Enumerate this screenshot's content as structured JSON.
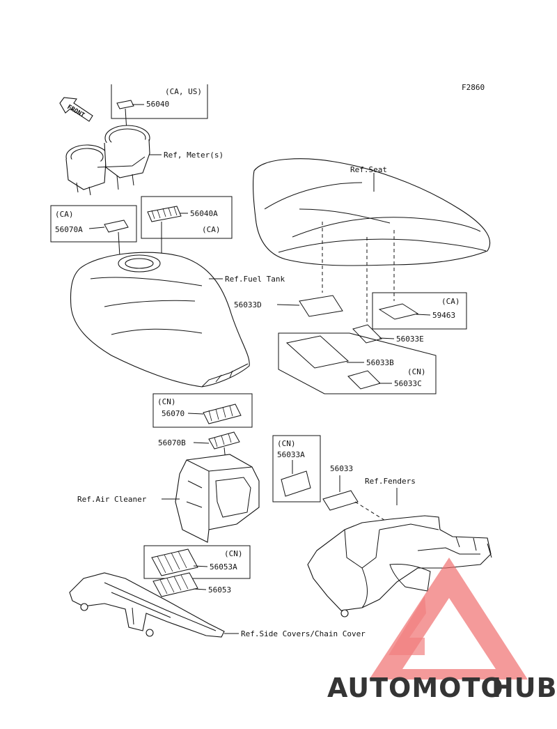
{
  "figure_code": "F2860",
  "front_arrow": {
    "label": "FRONT"
  },
  "labels": {
    "ca_us": "(CA, US)",
    "p56040": "56040",
    "ref_meters": "Ref, Meter(s)",
    "ca_56070a": "(CA)",
    "p56070A": "56070A",
    "p56040A": "56040A",
    "ca_56040a": "(CA)",
    "ref_fuel_tank": "Ref.Fuel Tank",
    "ref_seat": "Ref.Seat",
    "p56033D": "56033D",
    "ca_59463": "(CA)",
    "p59463": "59463",
    "p56033E": "56033E",
    "p56033B": "56033B",
    "cn_56033c": "(CN)",
    "p56033C": "56033C",
    "cn_56070": "(CN)",
    "p56070": "56070",
    "p56070B": "56070B",
    "ref_air_cleaner": "Ref.Air Cleaner",
    "cn_56033a": "(CN)",
    "p56033A": "56033A",
    "p56033": "56033",
    "ref_fenders": "Ref.Fenders",
    "cn_56053a": "(CN)",
    "p56053A": "56053A",
    "p56053": "56053",
    "ref_side_covers": "Ref.Side Covers/Chain Cover"
  },
  "watermark": {
    "text_part1": "AUTOMOTO",
    "text_part2": "HUB",
    "color_orange": "#f7b45a",
    "color_red": "#ef6b6b",
    "color_gray": "#8a8a8a"
  }
}
